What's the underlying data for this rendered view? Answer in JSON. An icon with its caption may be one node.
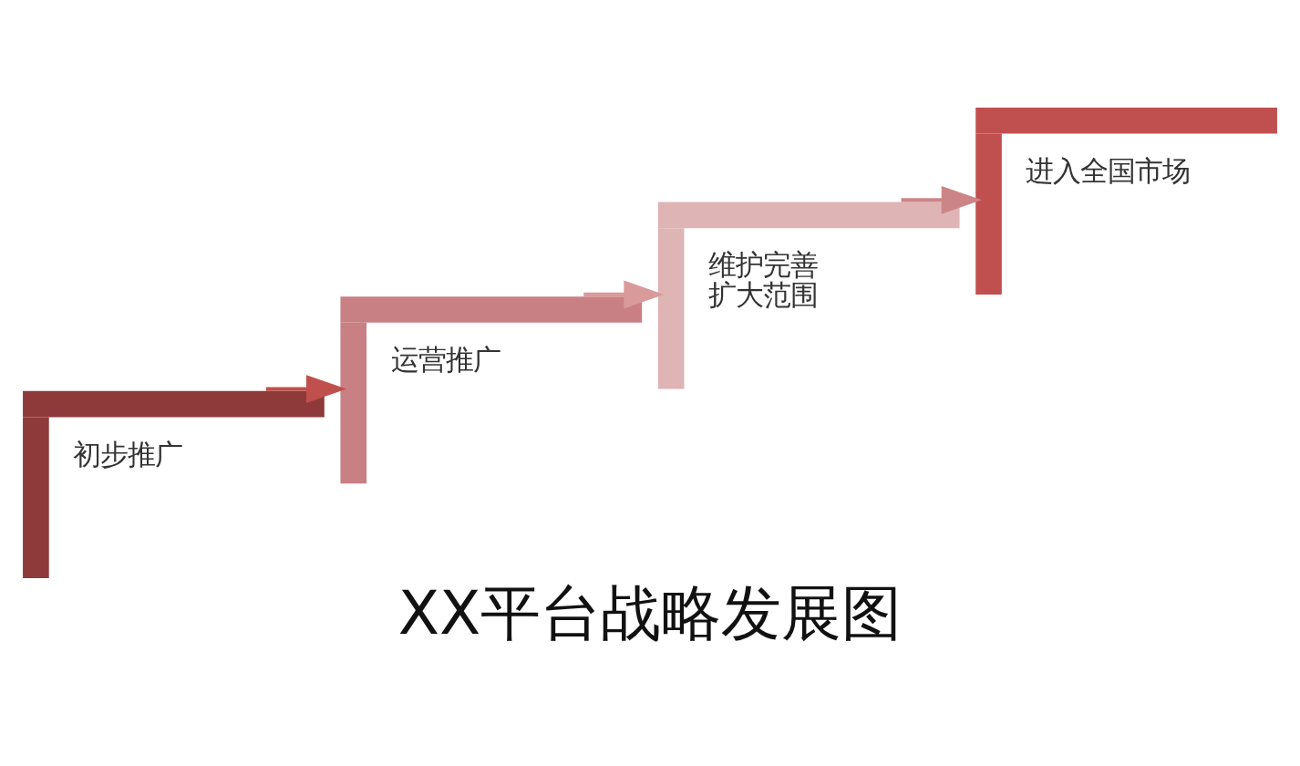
{
  "diagram": {
    "title": "XX平台战略发展图",
    "nodes": [
      {
        "text": [
          "初步推广"
        ]
      },
      {
        "text": [
          "运营推广"
        ]
      },
      {
        "text": [
          "维护完善",
          "扩大范围"
        ]
      },
      {
        "text": [
          "进入全国市场"
        ]
      }
    ],
    "edges": [
      {
        "from": 0,
        "to": 1,
        "arrow": "to",
        "color": "#c0504d"
      },
      {
        "from": 1,
        "to": 2,
        "arrow": "to",
        "color": "#d99a9c"
      },
      {
        "from": 2,
        "to": 3,
        "arrow": "to",
        "color": "#cc8586"
      }
    ]
  }
}
